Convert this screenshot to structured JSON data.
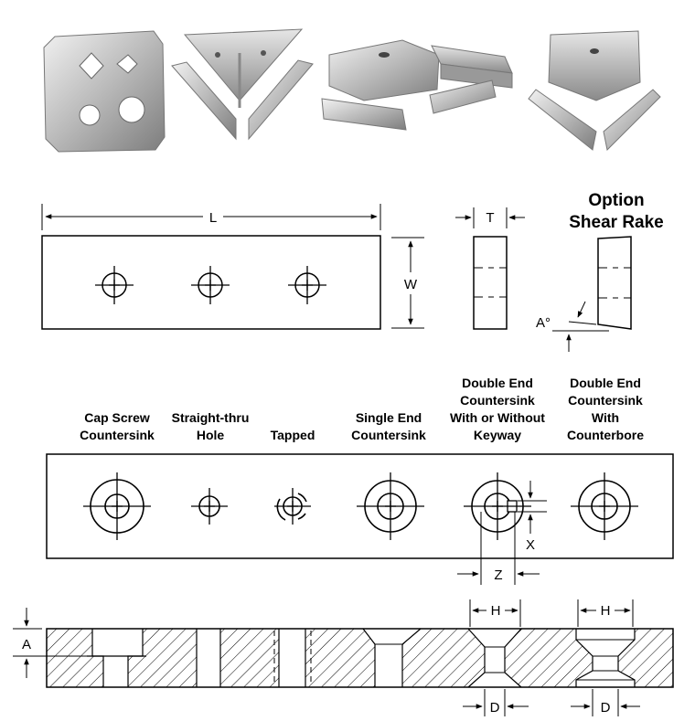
{
  "option": {
    "line1": "Option",
    "line2": "Shear Rake"
  },
  "dims": {
    "L": "L",
    "T": "T",
    "W": "W",
    "A_deg": "A°",
    "X": "X",
    "Z": "Z",
    "H": "H",
    "D": "D",
    "A": "A"
  },
  "hole_types": [
    {
      "lines": [
        "Cap Screw",
        "Countersink"
      ]
    },
    {
      "lines": [
        "Straight-thru",
        "Hole"
      ]
    },
    {
      "lines": [
        "Tapped"
      ]
    },
    {
      "lines": [
        "Single End",
        "Countersink"
      ]
    },
    {
      "lines": [
        "Double End",
        "Countersink",
        "With or Without",
        "Keyway"
      ]
    },
    {
      "lines": [
        "Double End",
        "Countersink",
        "With",
        "Counterbore"
      ]
    }
  ]
}
